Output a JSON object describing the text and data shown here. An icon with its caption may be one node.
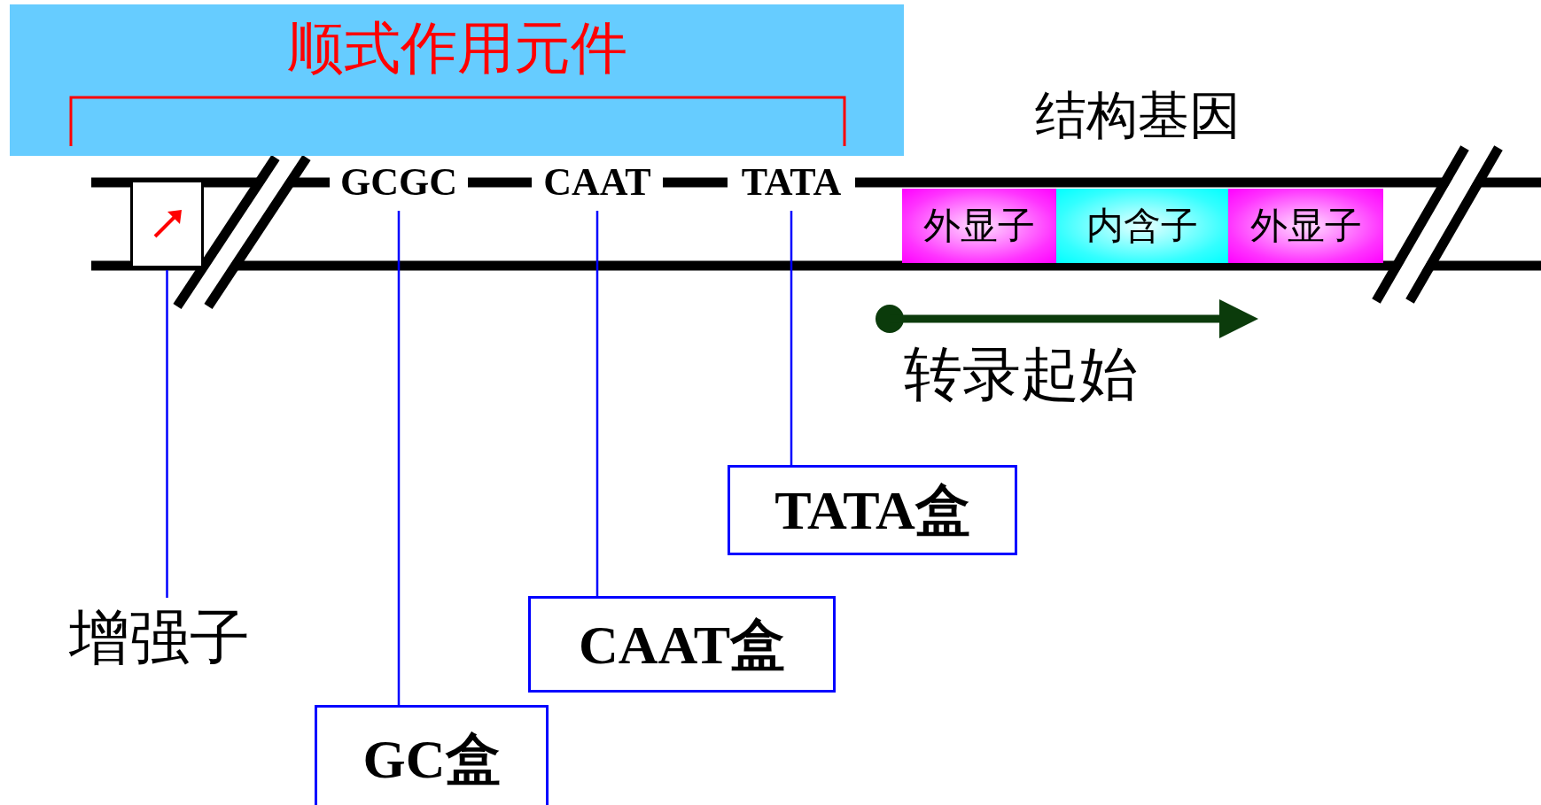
{
  "diagram": {
    "nodes": [
      {
        "text": [
          "顺式作用元件"
        ]
      },
      {
        "text": [
          "GCGC"
        ]
      },
      {
        "text": [
          "CAAT"
        ]
      },
      {
        "text": [
          "TATA"
        ]
      },
      {
        "text": [],
        "shape": "box"
      },
      {
        "text": [
          "增强子"
        ]
      },
      {
        "text": [
          "TATA盒"
        ]
      },
      {
        "text": [
          "CAAT盒"
        ]
      },
      {
        "text": [
          "GC盒"
        ]
      },
      {
        "text": [
          "外显子"
        ]
      },
      {
        "text": [
          "内含子"
        ]
      },
      {
        "text": [
          "外显子"
        ]
      }
    ],
    "edges": [
      {
        "from": 1,
        "to": 8,
        "arrow": "none"
      },
      {
        "from": 2,
        "to": 7,
        "arrow": "none"
      },
      {
        "from": 3,
        "to": 6,
        "arrow": "none"
      },
      {
        "from": 4,
        "to": 5,
        "arrow": "none"
      }
    ],
    "labels": [
      "结构基因",
      "转录起始"
    ]
  }
}
